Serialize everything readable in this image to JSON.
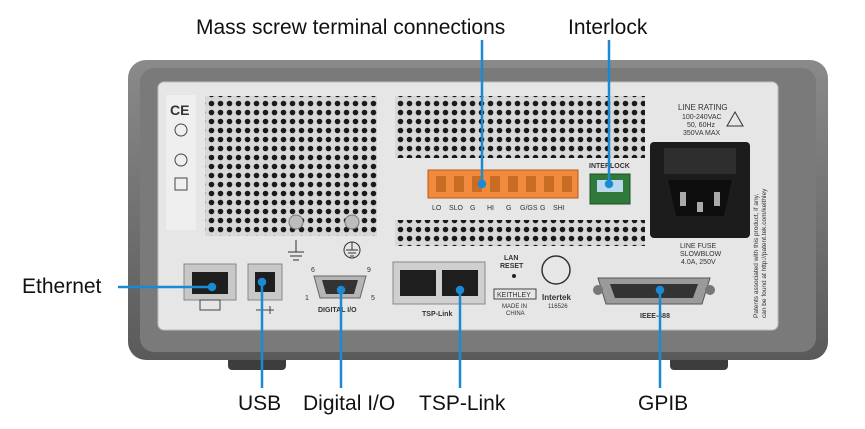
{
  "callouts": {
    "mass_screw": "Mass screw terminal connections",
    "interlock": "Interlock",
    "ethernet": "Ethernet",
    "usb": "USB",
    "digital_io": "Digital I/O",
    "tsp_link": "TSP-Link",
    "gpib": "GPIB"
  },
  "panel": {
    "terminal_labels": [
      "LO",
      "SLO",
      "G",
      "HI",
      "G",
      "G/GS",
      "G",
      "SHI"
    ],
    "interlock_label": "INTERLOCK",
    "line_rating_title": "LINE RATING",
    "line_rating_lines": [
      "100-240VAC",
      "50, 60Hz",
      "350VA MAX"
    ],
    "line_fuse_lines": [
      "LINE FUSE",
      "SLOWBLOW",
      "4.0A, 250V"
    ],
    "lan_reset_lines": [
      "LAN",
      "RESET"
    ],
    "brand": "KEITHLEY",
    "made_in_lines": [
      "MADE IN",
      "CHINA"
    ],
    "intertek": "Intertek",
    "cert_number": "116526",
    "digital_io_label": "DIGITAL I/O",
    "tsp_link_label": "TSP-Link",
    "ieee_label": "IEEE-488",
    "dsub_pins": [
      "6",
      "9",
      "1",
      "5"
    ],
    "ce_mark": "CE",
    "patents_lines": [
      "Patents associated with this product, if any,",
      "can be found at http://patent.tek.com/keithley"
    ]
  },
  "colors": {
    "callout_line": "#1a8ad4",
    "chassis": "#6e6e6e",
    "panel": "#e6e6e6",
    "terminal_block": "#f08a3c",
    "interlock_block": "#2f7a3a"
  }
}
